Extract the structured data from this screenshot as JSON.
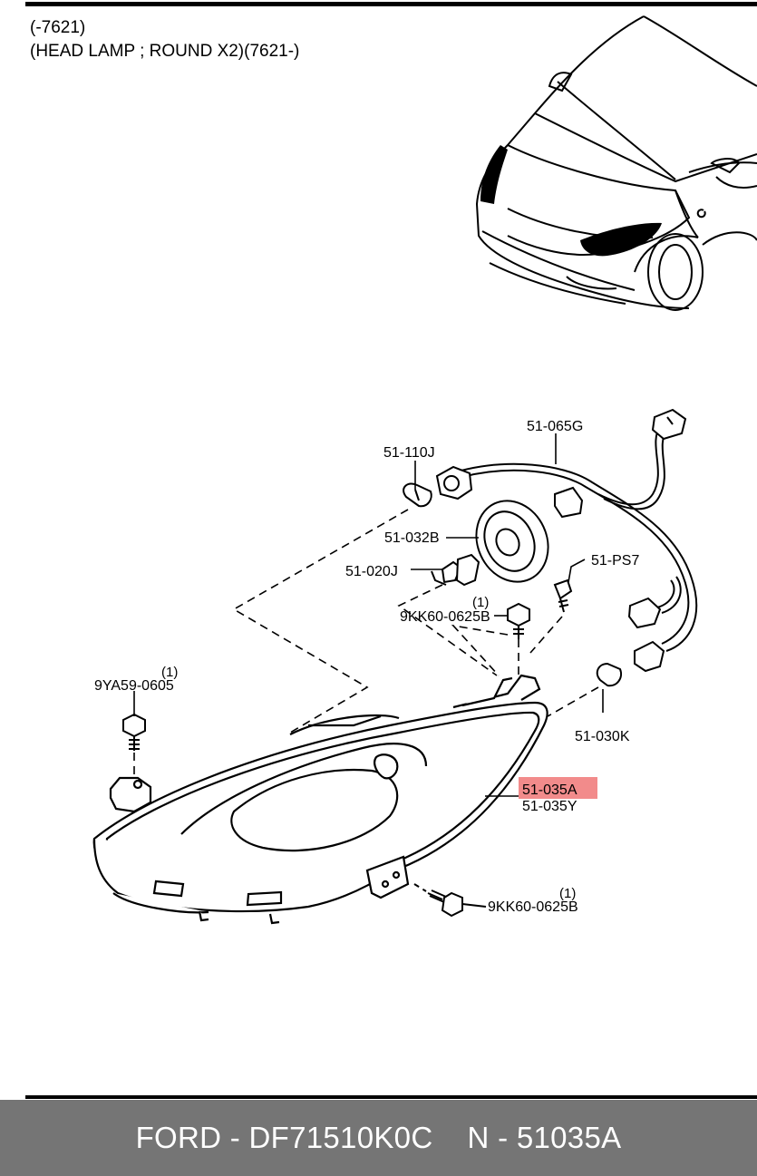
{
  "diagram": {
    "title_line1": "(-7621)",
    "title_line2": "(HEAD LAMP ; ROUND X2)(7621-)",
    "highlight_color": "#f28b8b",
    "labels": {
      "p_510656": "51-065G",
      "p_51110j": "51-110J",
      "p_51032b": "51-032B",
      "p_51020j": "51-020J",
      "p_51ps7": "51-PS7",
      "p_9kk60_top": "9KK60-0625B",
      "p_9kk60_top_qty": "(1)",
      "p_9ya59": "9YA59-0605",
      "p_9ya59_qty": "(1)",
      "p_51030k": "51-030K",
      "p_51035a": "51-035A",
      "p_51035y": "51-035Y",
      "p_9kk60_bottom": "9KK60-0625B",
      "p_9kk60_bottom_qty": "(1)"
    }
  },
  "footer": {
    "brand": "FORD - DF71510K0C",
    "part": "N - 51035A",
    "background": "#757575"
  }
}
